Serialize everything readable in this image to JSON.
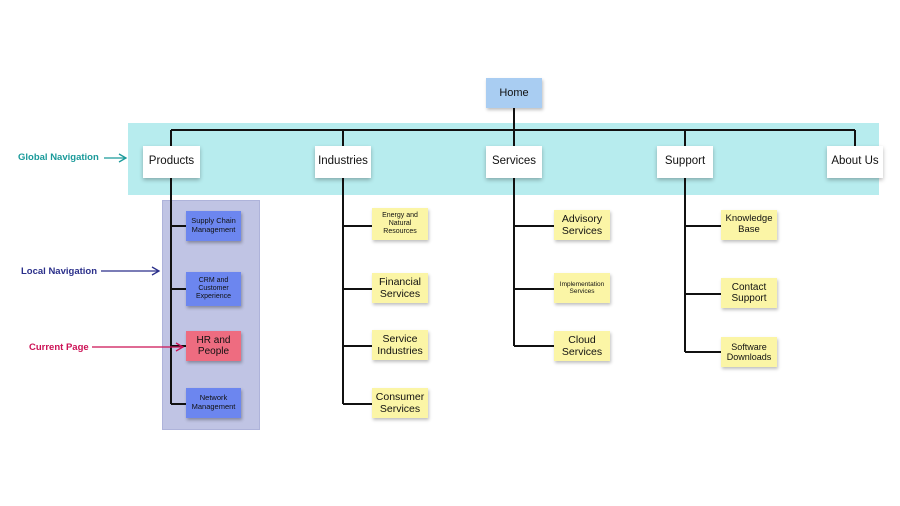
{
  "labels": {
    "global_navigation": "Global Navigation",
    "local_navigation": "Local Navigation",
    "current_page": "Current Page"
  },
  "colors": {
    "global_band": "#b7ecee",
    "local_band": "#c0c4e4",
    "home": "#a9cdf2",
    "sticky_yellow": "#fbf5a6",
    "local_blue": "#6c86ef",
    "current_red": "#ee6c80",
    "global_label": "#1a9a9a",
    "local_label": "#2a2f8a",
    "current_label": "#cc1155"
  },
  "home": "Home",
  "global_nav": [
    "Products",
    "Industries",
    "Services",
    "Support",
    "About Us"
  ],
  "products": [
    "Supply Chain Management",
    "CRM and Customer Experience",
    "HR and People",
    "Network Management"
  ],
  "industries": [
    "Energy and Natural Resources",
    "Financial Services",
    "Service Industries",
    "Consumer Services"
  ],
  "services": [
    "Advisory Services",
    "Implementation Services",
    "Cloud Services"
  ],
  "support": [
    "Knowledge Base",
    "Contact Support",
    "Software Downloads"
  ]
}
